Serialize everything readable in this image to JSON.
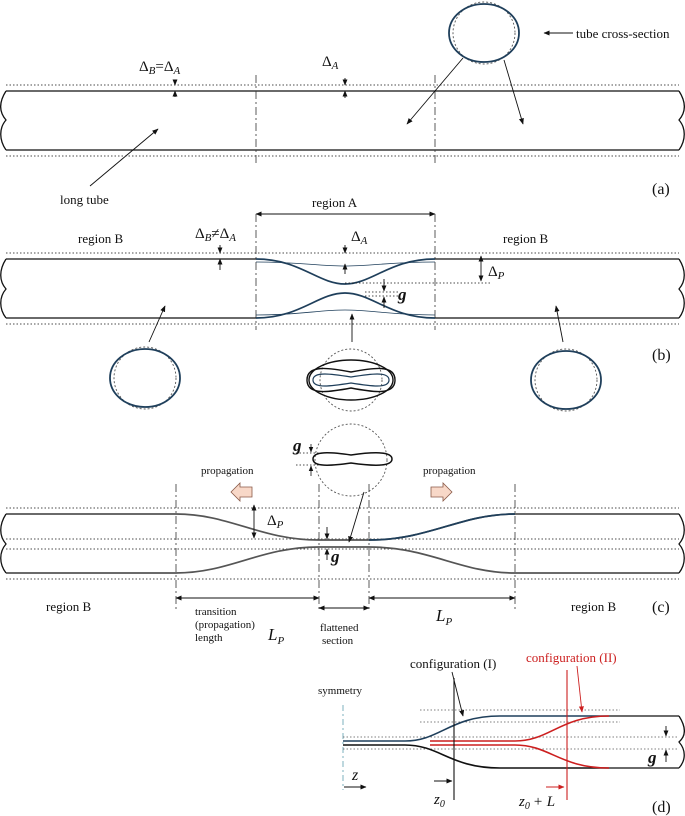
{
  "labels": {
    "tube_cross_section": "tube cross-section",
    "delta_b_eq_a": "Δ",
    "delta_a": "Δ",
    "long_tube": "long tube",
    "panel_a": "(a)",
    "region_a": "region A",
    "region_b": "region B",
    "delta_p": "Δ",
    "gap": "g",
    "panel_b": "(b)",
    "propagation": "propagation",
    "transition_line1": "transition",
    "transition_line2": "(propagation)",
    "transition_line3": "length",
    "flattened_line1": "flattened",
    "flattened_line2": "section",
    "length_p": "L",
    "panel_c": "(c)",
    "configuration_1": "configuration (I)",
    "configuration_2": "configuration (II)",
    "symmetry": "symmetry",
    "z_axis": "z",
    "z0": "z",
    "z0_plus_l": "z",
    "panel_d": "(d)"
  },
  "subscripts": {
    "b": "B",
    "a": "A",
    "p": "P",
    "zero": "0",
    "plus_l": "+ L"
  },
  "operators": {
    "equals": "=",
    "not_equals": "≠"
  },
  "colors": {
    "tube_outline": "#111111",
    "deformed_wall": "#1f3f5b",
    "configuration_2": "#cc1f1f",
    "propagation_arrow_fill": "#f8d8c8",
    "propagation_arrow_stroke": "#8a5a48",
    "symmetry_line": "#6fa8b8"
  }
}
